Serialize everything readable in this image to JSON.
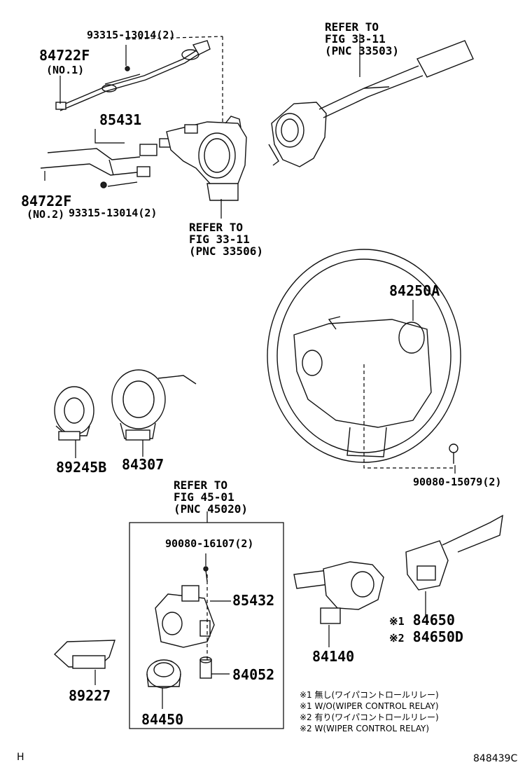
{
  "parts": {
    "p84722f_no1": "84722F",
    "p84722f_no1_sub": "(NO.1)",
    "p93315_top": "93315-13014(2)",
    "p85431": "85431",
    "p84722f_no2": "84722F",
    "p84722f_no2_sub": "(NO.2)",
    "p93315_bottom": "93315-13014(2)",
    "p84250a": "84250A",
    "p89245b": "89245B",
    "p84307": "84307",
    "p90080_15079": "90080-15079(2)",
    "p90080_16107": "90080-16107(2)",
    "p85432": "85432",
    "p84052": "84052",
    "p89227": "89227",
    "p84450": "84450",
    "p84140": "84140",
    "p84650_mark": "※1",
    "p84650": "84650",
    "p84650d_mark": "※2",
    "p84650d": "84650D"
  },
  "refs": {
    "ref1": {
      "line1": "REFER TO",
      "line2": "FIG 33-11",
      "line3": "(PNC 33503)"
    },
    "ref2": {
      "line1": "REFER TO",
      "line2": "FIG 33-11",
      "line3": "(PNC 33506)"
    },
    "ref3": {
      "line1": "REFER TO",
      "line2": "FIG 45-01",
      "line3": "(PNC 45020)"
    }
  },
  "notes": [
    "※1 無し(ワイパコントロールリレー)",
    "※1 W/O(WIPER CONTROL RELAY)",
    "※2 有り(ワイパコントロールリレー)",
    "※2 W(WIPER CONTROL RELAY)"
  ],
  "footer": {
    "corner_mark": "H",
    "diagram_code": "848439C"
  },
  "colors": {
    "ink": "#000000",
    "paper": "#ffffff"
  }
}
